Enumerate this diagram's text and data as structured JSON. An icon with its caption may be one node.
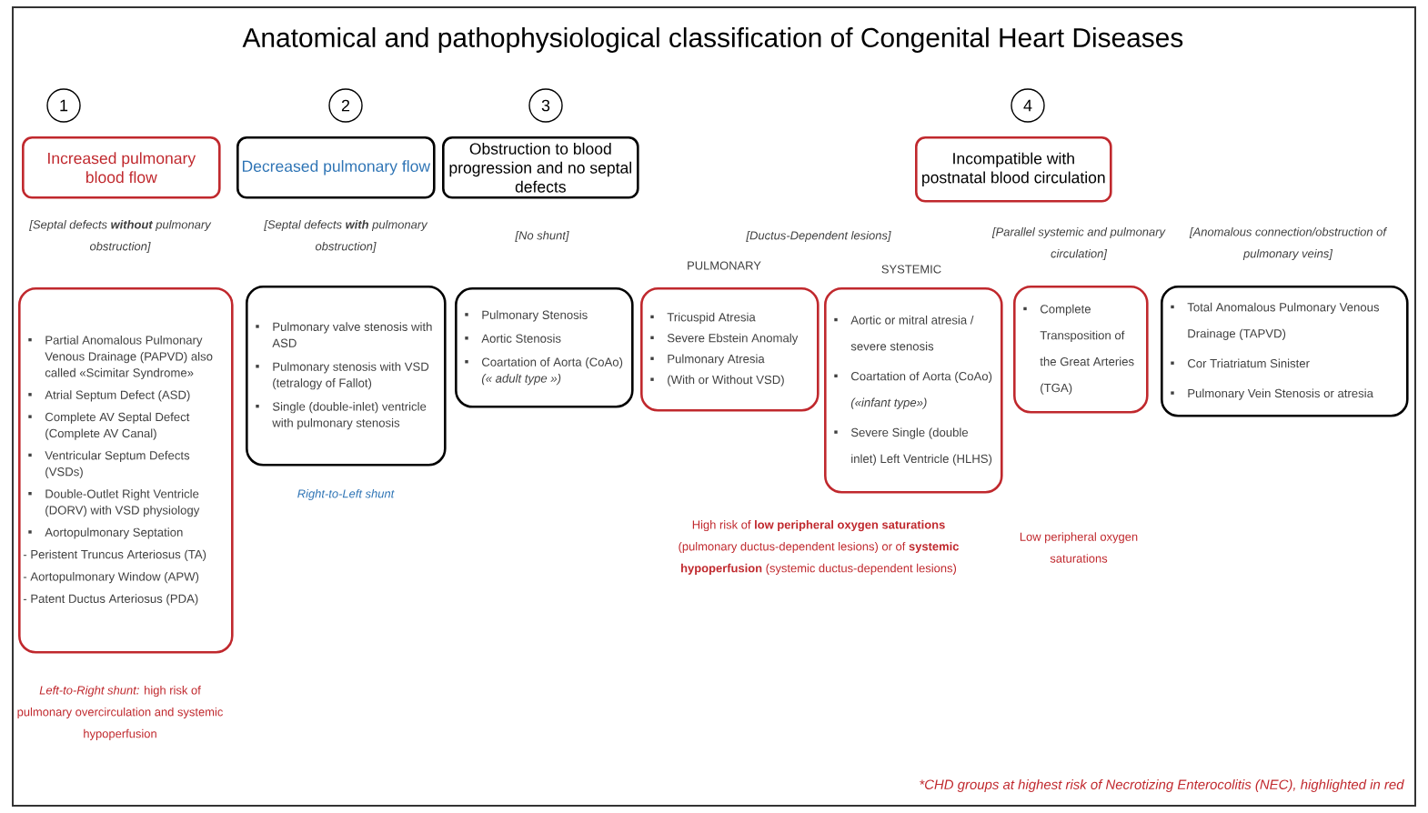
{
  "diagram": {
    "title": "Anatomical and pathophysiological classification of Congenital Heart Diseases",
    "nodes": [
      {
        "text": [
          "1"
        ]
      },
      {
        "text": [
          "Increased pulmonary blood flow"
        ]
      },
      {
        "text": [
          "2"
        ]
      },
      {
        "text": [
          "Decreased pulmonary flow"
        ]
      },
      {
        "text": [
          "3"
        ]
      },
      {
        "text": [
          "Obstruction to blood progression and no septal defects"
        ]
      },
      {
        "text": [
          "4"
        ]
      },
      {
        "text": [
          "Incompatible with postnatal blood circulation"
        ]
      },
      {
        "text": [
          "Partial Anomalous Pulmonary Venous Drainage (PAPVD) also called «Scimitar Syndrome»",
          "Atrial Septum Defect (ASD)",
          "Complete AV Septal Defect (Complete AV Canal)",
          "Ventricular Septum Defects (VSDs)",
          "Double-Outlet Right Ventricle (DORV) with VSD physiology",
          "Aortopulmonary Septation",
          "- Peristent Truncus Arteriosus (TA)",
          "- Aortopulmonary Window (APW)",
          "- Patent Ductus Arteriosus (PDA)"
        ]
      },
      {
        "text": [
          "Pulmonary valve stenosis with ASD",
          "Pulmonary stenosis with VSD (tetralogy of Fallot)",
          "Single (double-inlet) ventricle with pulmonary stenosis"
        ]
      },
      {
        "text": [
          "Pulmonary Stenosis",
          "Aortic Stenosis",
          "Coartation of Aorta (CoAo) *(« adult type »)*"
        ]
      },
      {
        "text": [
          "Tricuspid Atresia",
          "Severe Ebstein Anomaly",
          "Pulmonary Atresia",
          "(With or Without VSD)"
        ]
      },
      {
        "text": [
          "Aortic or mitral atresia / severe stenosis",
          "Coartation of Aorta (CoAo) *(«infant type»)*",
          "Severe Single (double inlet) Left Ventricle (HLHS)"
        ]
      },
      {
        "text": [
          "Complete Transposition of the Great Arteries (TGA)"
        ]
      },
      {
        "text": [
          "Total Anomalous Pulmonary Venous Drainage (TAPVD)",
          "Cor Triatriatum Sinister",
          "Pulmonary Vein Stenosis or atresia"
        ]
      }
    ],
    "labels": [
      "[Septal defects **without** pulmonary obstruction]",
      "[Septal defects **with** pulmonary obstruction]",
      "[No shunt]",
      "[Ductus-Dependent lesions]",
      "PULMONARY",
      "SYSTEMIC",
      "[Parallel systemic and pulmonary circulation]",
      "[Anomalous connection/obstruction of pulmonary veins]",
      "Right-to-Left shunt",
      "*Left-to-Right shunt:* high risk of pulmonary overcirculation and systemic hypoperfusion",
      "High risk of **low peripheral oxygen saturations** (pulmonary ductus-dependent lesions) or of **systemic hypoperfusion** (systemic ductus-dependent lesions)",
      "Low peripheral oxygen saturations",
      "*CHD groups at highest risk of Necrotizing Enterocolitis (NEC), highlighted in red"
    ]
  }
}
